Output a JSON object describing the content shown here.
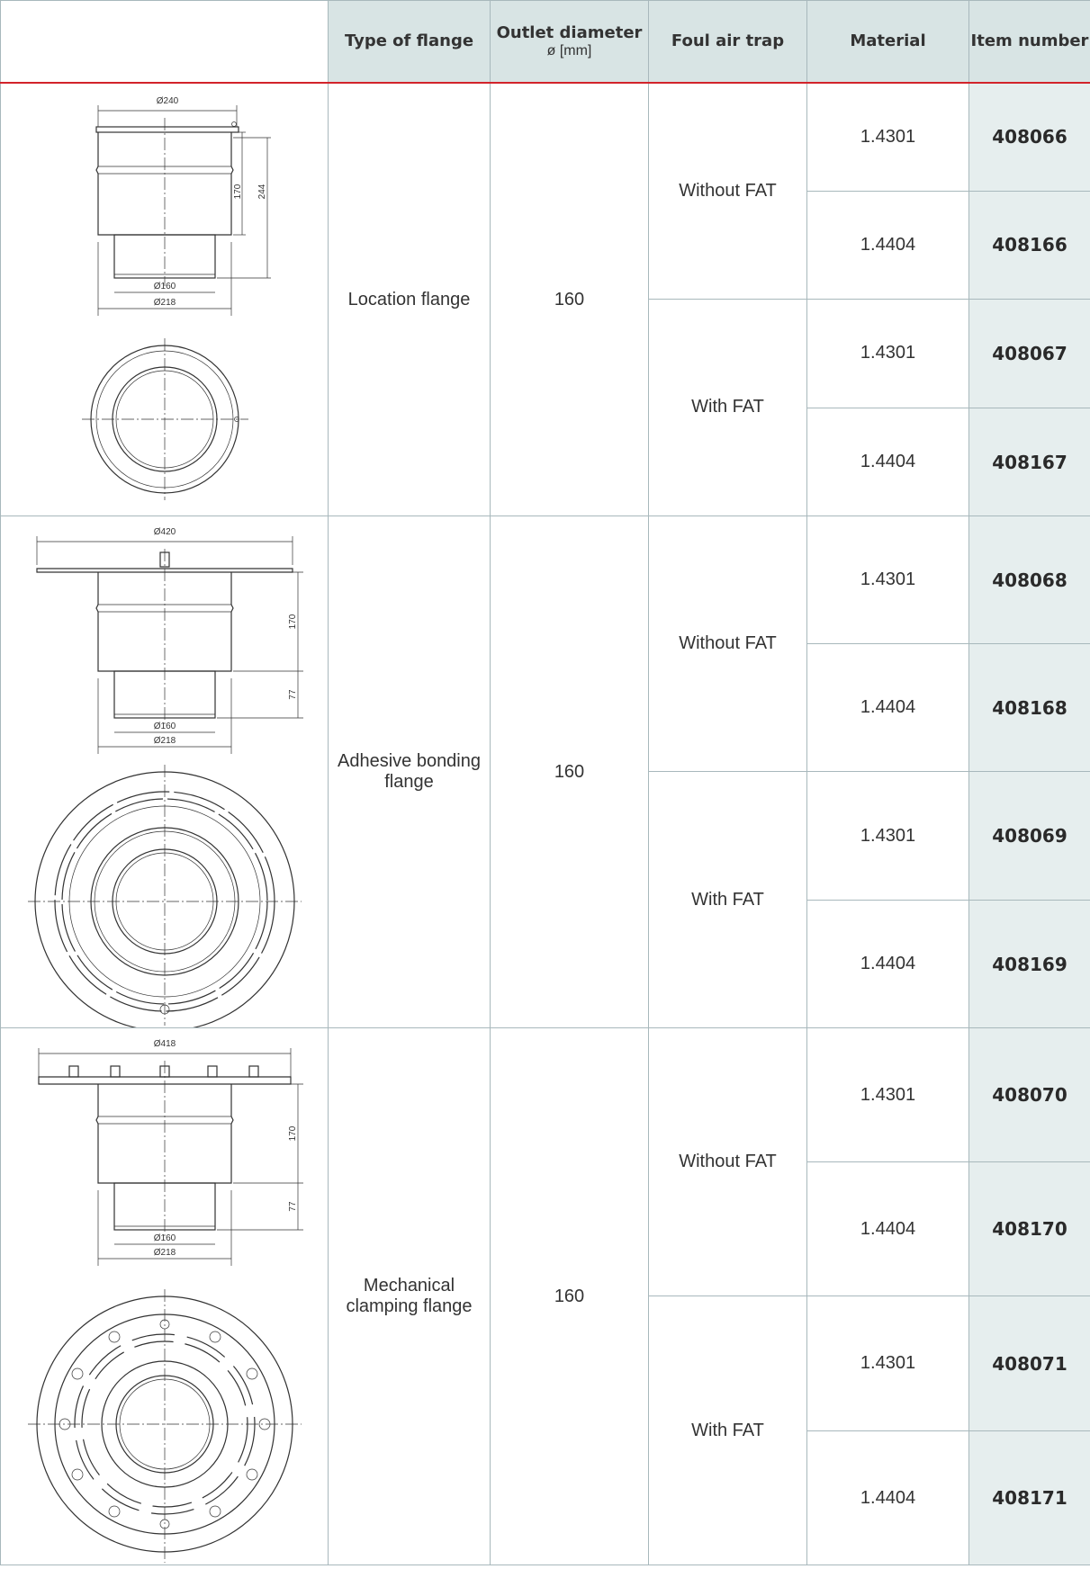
{
  "headers": {
    "type_of_flange": "Type of flange",
    "outlet_diameter": "Outlet diameter",
    "outlet_unit": "ø [mm]",
    "foul_air_trap": "Foul air trap",
    "material": "Material",
    "item_number": "Item number"
  },
  "groups": [
    {
      "flange": "Location flange",
      "diameter": "160",
      "dims": {
        "top": "Ø240",
        "inner": "Ø160",
        "outer": "Ø218",
        "h1": "170",
        "h2": "244"
      },
      "traps": [
        {
          "label": "Without FAT",
          "rows": [
            {
              "material": "1.4301",
              "item": "408066"
            },
            {
              "material": "1.4404",
              "item": "408166"
            }
          ]
        },
        {
          "label": "With FAT",
          "rows": [
            {
              "material": "1.4301",
              "item": "408067"
            },
            {
              "material": "1.4404",
              "item": "408167"
            }
          ]
        }
      ]
    },
    {
      "flange": "Adhesive bonding flange",
      "diameter": "160",
      "dims": {
        "top": "Ø420",
        "inner": "Ø160",
        "outer": "Ø218",
        "h1": "170",
        "h2": "77"
      },
      "traps": [
        {
          "label": "Without FAT",
          "rows": [
            {
              "material": "1.4301",
              "item": "408068"
            },
            {
              "material": "1.4404",
              "item": "408168"
            }
          ]
        },
        {
          "label": "With FAT",
          "rows": [
            {
              "material": "1.4301",
              "item": "408069"
            },
            {
              "material": "1.4404",
              "item": "408169"
            }
          ]
        }
      ]
    },
    {
      "flange": "Mechanical clamping flange",
      "diameter": "160",
      "dims": {
        "top": "Ø418",
        "inner": "Ø160",
        "outer": "Ø218",
        "h1": "170",
        "h2": "77"
      },
      "traps": [
        {
          "label": "Without FAT",
          "rows": [
            {
              "material": "1.4301",
              "item": "408070"
            },
            {
              "material": "1.4404",
              "item": "408170"
            }
          ]
        },
        {
          "label": "With FAT",
          "rows": [
            {
              "material": "1.4301",
              "item": "408071"
            },
            {
              "material": "1.4404",
              "item": "408171"
            }
          ]
        }
      ]
    }
  ]
}
